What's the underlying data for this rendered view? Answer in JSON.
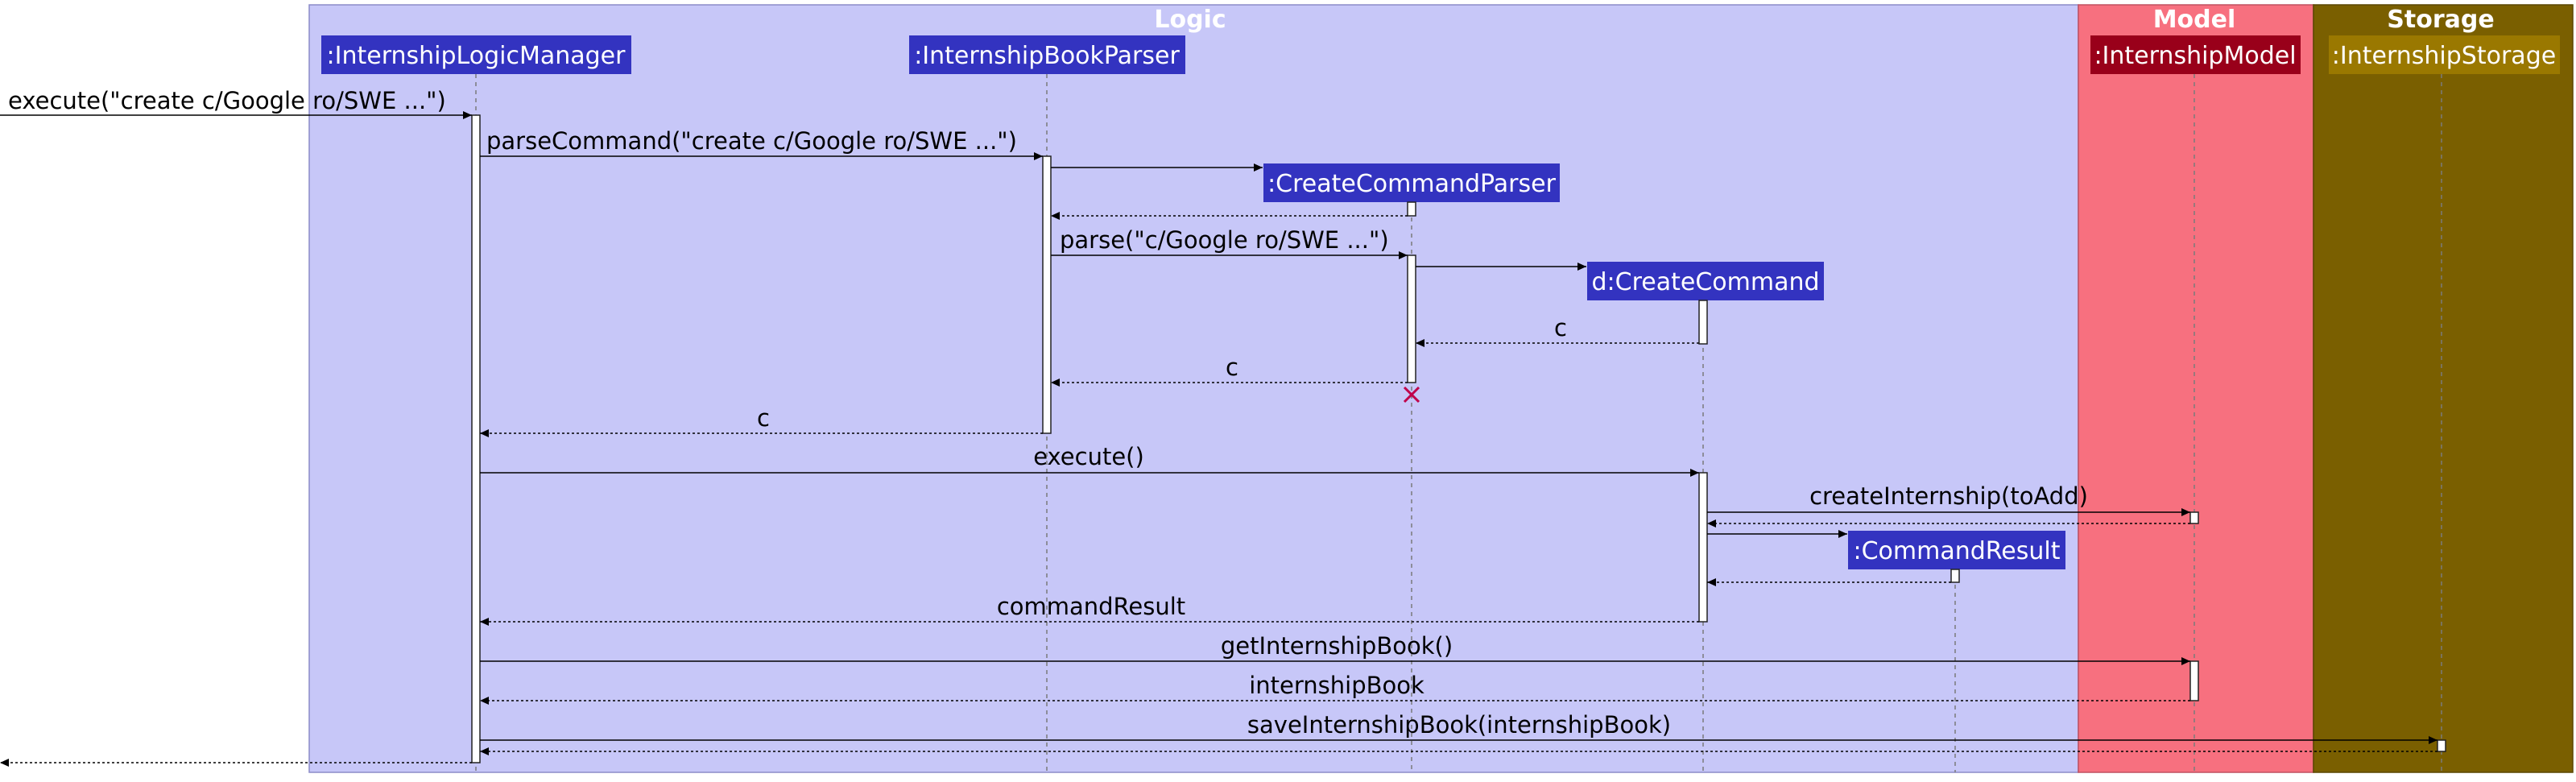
{
  "boxes": [
    {
      "title": "Logic",
      "color": "#c7c7f8"
    },
    {
      "title": "Model",
      "color": "#f7707f"
    },
    {
      "title": "Storage",
      "color": "#7a5f00"
    }
  ],
  "participants": [
    {
      "label": ":InternshipLogicManager",
      "color": "#3333c0"
    },
    {
      "label": ":InternshipBookParser",
      "color": "#3333c0"
    },
    {
      "label": ":CreateCommandParser",
      "color": "#3333c0"
    },
    {
      "label": "d:CreateCommand",
      "color": "#3333c0"
    },
    {
      "label": ":CommandResult",
      "color": "#3333c0"
    },
    {
      "label": ":InternshipModel",
      "color": "#99001a"
    },
    {
      "label": ":InternshipStorage",
      "color": "#9a7800"
    }
  ],
  "messages": [
    {
      "label": "execute(\"create c/Google ro/SWE ...\")",
      "style": "solid"
    },
    {
      "label": "parseCommand(\"create c/Google ro/SWE ...\")",
      "style": "solid"
    },
    {
      "label": "",
      "style": "solid"
    },
    {
      "label": "",
      "style": "dotted"
    },
    {
      "label": "parse(\"c/Google ro/SWE ...\")",
      "style": "solid"
    },
    {
      "label": "",
      "style": "solid"
    },
    {
      "label": "c",
      "style": "dotted"
    },
    {
      "label": "c",
      "style": "dotted"
    },
    {
      "label": "c",
      "style": "dotted"
    },
    {
      "label": "execute()",
      "style": "solid"
    },
    {
      "label": "createInternship(toAdd)",
      "style": "solid"
    },
    {
      "label": "",
      "style": "dotted"
    },
    {
      "label": "",
      "style": "solid"
    },
    {
      "label": "",
      "style": "dotted"
    },
    {
      "label": "commandResult",
      "style": "dotted"
    },
    {
      "label": "getInternshipBook()",
      "style": "solid"
    },
    {
      "label": "internshipBook",
      "style": "dotted"
    },
    {
      "label": "saveInternshipBook(internshipBook)",
      "style": "solid"
    },
    {
      "label": "",
      "style": "dotted"
    },
    {
      "label": "",
      "style": "dotted"
    }
  ]
}
